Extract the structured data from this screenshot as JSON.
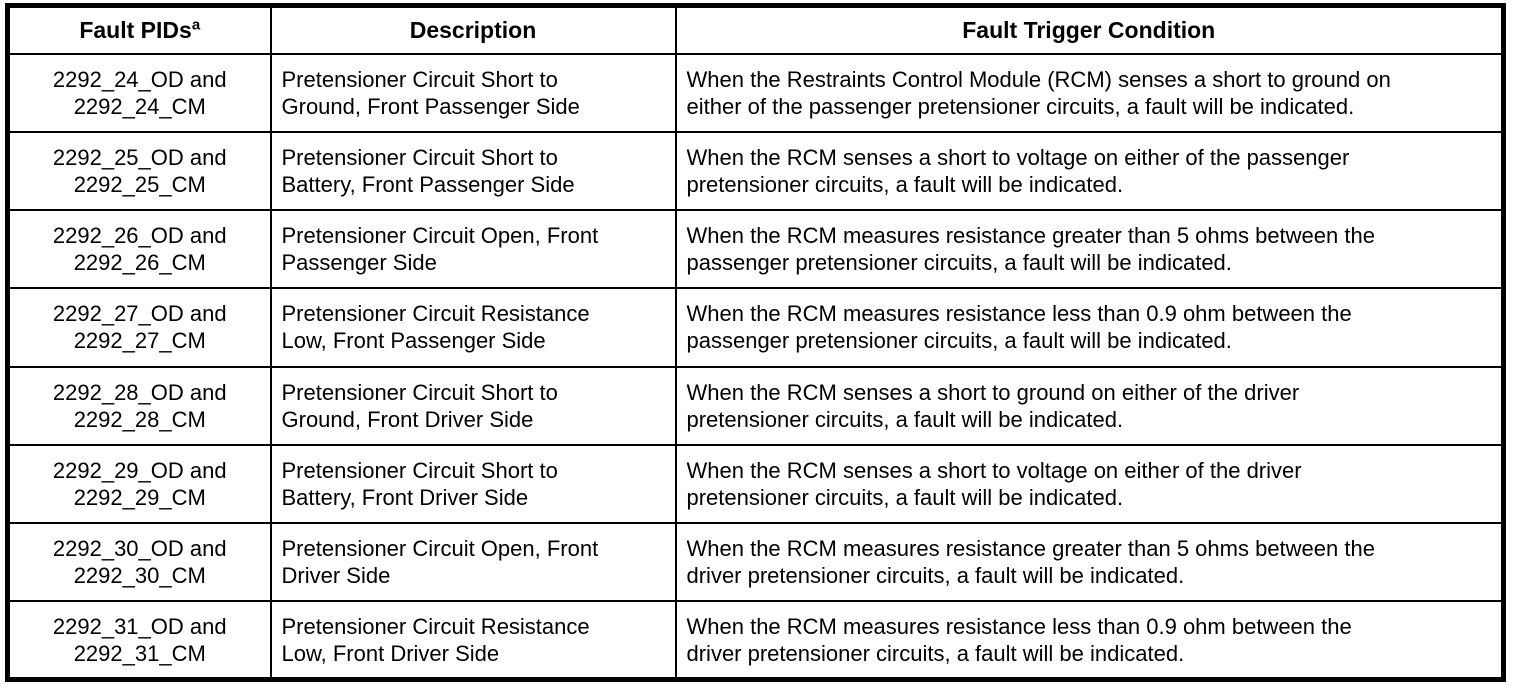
{
  "table": {
    "columns": [
      {
        "label": "Fault PIDs",
        "superscript": "a"
      },
      {
        "label": "Description"
      },
      {
        "label": "Fault Trigger Condition"
      }
    ],
    "rows": [
      {
        "pid": "2292_24_OD and\n2292_24_CM",
        "description": "Pretensioner Circuit Short to\nGround, Front Passenger Side",
        "condition": "When the Restraints Control Module (RCM) senses a short to ground on\neither of the passenger pretensioner circuits, a fault will be indicated."
      },
      {
        "pid": "2292_25_OD and\n2292_25_CM",
        "description": "Pretensioner Circuit Short to\nBattery, Front Passenger Side",
        "condition": "When the RCM senses a short to voltage on either of the passenger\npretensioner circuits, a fault will be indicated."
      },
      {
        "pid": "2292_26_OD and\n2292_26_CM",
        "description": "Pretensioner Circuit Open, Front\nPassenger Side",
        "condition": "When the RCM measures resistance greater than 5 ohms between the\npassenger pretensioner circuits, a fault will be indicated."
      },
      {
        "pid": "2292_27_OD and\n2292_27_CM",
        "description": "Pretensioner Circuit Resistance\nLow, Front Passenger Side",
        "condition": "When the RCM measures resistance less than 0.9 ohm between the\npassenger pretensioner circuits, a fault will be indicated."
      },
      {
        "pid": "2292_28_OD and\n2292_28_CM",
        "description": "Pretensioner Circuit Short to\nGround, Front Driver Side",
        "condition": "When the RCM senses a short to ground on either of the driver\npretensioner circuits, a fault will be indicated."
      },
      {
        "pid": "2292_29_OD and\n2292_29_CM",
        "description": "Pretensioner Circuit Short to\nBattery, Front Driver Side",
        "condition": "When the RCM senses a short to voltage on either of the driver\npretensioner circuits, a fault will be indicated."
      },
      {
        "pid": "2292_30_OD and\n2292_30_CM",
        "description": "Pretensioner Circuit Open, Front\nDriver Side",
        "condition": "When the RCM measures resistance greater than 5 ohms between the\ndriver pretensioner circuits, a fault will be indicated."
      },
      {
        "pid": "2292_31_OD and\n2292_31_CM",
        "description": "Pretensioner Circuit Resistance\nLow, Front Driver Side",
        "condition": "When the RCM measures resistance less than 0.9 ohm between the\ndriver pretensioner circuits, a fault will be indicated."
      }
    ]
  }
}
